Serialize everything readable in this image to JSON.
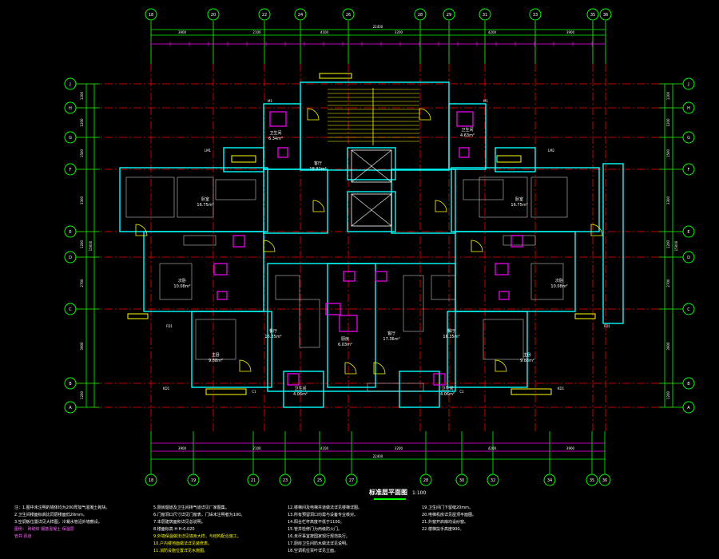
{
  "colors": {
    "background": "#000000",
    "axis_bubble": "#00ff00",
    "axis_line": "#ff0000",
    "wall": "#00ffff",
    "fixture": "#ff00ff",
    "door": "#ffff00",
    "furniture": "#c0c0c0",
    "text": "#ffffff"
  },
  "drawing": {
    "title": "标准层平面图",
    "scale": "1:100"
  },
  "axes": {
    "top_columns": [
      "18",
      "20",
      "22",
      "24",
      "26",
      "28",
      "29",
      "31",
      "33",
      "35",
      "36"
    ],
    "bottom_columns": [
      "18",
      "19",
      "21",
      "23",
      "25",
      "27",
      "28",
      "30",
      "32",
      "34",
      "35",
      "36"
    ],
    "rows": [
      "J",
      "H",
      "G",
      "F",
      "E",
      "D",
      "C",
      "B",
      "A"
    ]
  },
  "dimensions": {
    "overall_top": "22400",
    "top_segments": [
      "3900",
      "2100",
      "4100",
      "3200",
      "4200",
      "3900"
    ],
    "left_segments": [
      "1200",
      "1200",
      "1500",
      "3300",
      "1200",
      "2700",
      "3900",
      "1200"
    ],
    "overall_left": "15000"
  },
  "rooms": [
    {
      "name": "卧室",
      "area": "16.75m²"
    },
    {
      "name": "卫生间",
      "area": "6.34m²"
    },
    {
      "name": "客厅",
      "area": "18.92m²"
    },
    {
      "name": "卫生间",
      "area": "4.63m²"
    },
    {
      "name": "卧室",
      "area": "16.75m²"
    },
    {
      "name": "次卧",
      "area": "10.08m²"
    },
    {
      "name": "次卧",
      "area": "10.08m²"
    },
    {
      "name": "餐厅",
      "area": "16.35m²"
    },
    {
      "name": "厨房",
      "area": "6.03m²"
    },
    {
      "name": "客厅",
      "area": "17.36m²"
    },
    {
      "name": "餐厅",
      "area": "16.35m²"
    },
    {
      "name": "主卧",
      "area": "9.88m²"
    },
    {
      "name": "主卧",
      "area": "9.88m²"
    },
    {
      "name": "卫生间",
      "area": "4.06m²"
    },
    {
      "name": "卫生间",
      "area": "4.06m²"
    }
  ],
  "tags": [
    "LM1",
    "LM2",
    "KD1",
    "KD1",
    "FD1",
    "FD1",
    "M1",
    "M1",
    "C1",
    "C1"
  ],
  "notes": {
    "col1": [
      "注：1.图中未注明的墙体均为200厚加气混凝土砌块。",
      "2.卫生间楼面标高比同层楼面低20mm。",
      "3.空调板位置详见大样图，冷凝水管沿外墙敷设。",
      "图例：  砖砌体    钢筋混凝土    保温层",
      "  管井   风道"
    ],
    "col2": [
      "5.厨房烟道及卫生间排气道详见厂家图集。",
      "6.门窗洞口尺寸详见门窗表，门垛未注明者为100。",
      "7.本层建筑面积详见总说明。",
      "8.楼面标高  H   H-0.020",
      "9.外墙保温做法详见墙身大样，与结构配合施工。",
      "  10.户内楼地面做法详见装修表。",
      "  11.消防设施位置详见水施图。"
    ],
    "col3": [
      "12.楼梯间及电梯井道做法详见楼梯详图。",
      "13.所有预留洞口均需与设备专业核对。",
      "14.阳台栏杆高度不低于1100。",
      "15.管井检修门为丙级防火门。",
      "16.未尽事宜按国家现行规范执行。",
      "17.厨房卫生间防水做法详见说明。",
      "18.空调机位百叶详见立面。"
    ],
    "col4": [
      "19.卫生间门下留缝20mm。",
      "20.电梯机房详见屋顶平面图。",
      "21.外窗开启扇均设纱窗。",
      "22.楼梯扶手高度900。"
    ]
  }
}
